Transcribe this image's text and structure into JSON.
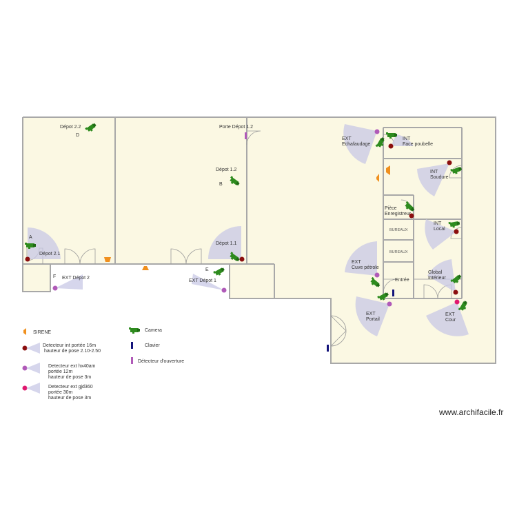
{
  "colors": {
    "floor": "#fbf8e3",
    "wall": "#a8a8a8",
    "camera": "#2e8b1e",
    "sirene": "#f0901e",
    "detector_int": "#8b0e0e",
    "detector_ext_purple": "#b05ab8",
    "detector_ext_pink": "#e0186e",
    "clavier": "#13137a",
    "cone": "#c8c8e6"
  },
  "rooms": {
    "depot_2_2": "Dépot 2.2",
    "porte_depot_1_2": "Porte Dépot 1.2",
    "depot_1_2": "Dépot 1.2",
    "depot_1_1": "Dépot 1.1",
    "depot_2_1": "Dépot 2.1",
    "piece_enregistreur": [
      "Pièce",
      "Enregistreur"
    ],
    "bureaux_1": "BUREAUX",
    "bureaux_2": "BUREAUX",
    "entree": "Entrée"
  },
  "zones": {
    "ext_echafaudage": [
      "EXT",
      "Echafaudage"
    ],
    "int_face_poubelle": [
      "INT",
      "Face poubelle"
    ],
    "int_soudure": [
      "INT",
      "Soudure"
    ],
    "int_local": [
      "INT",
      "Local"
    ],
    "ext_cuve_petrole": [
      "EXT",
      "Cuve pétrole"
    ],
    "global_interieur": [
      "Global",
      "Intérieur"
    ],
    "ext_portail": [
      "EXT",
      "Portail"
    ],
    "ext_cour": [
      "EXT",
      "Cour"
    ],
    "ext_depot_2": "EXT Dépot 2",
    "ext_depot_1": "EXT Dépot 1"
  },
  "markers": {
    "a": "A",
    "b": "B",
    "d": "D",
    "e": "E",
    "f": "F"
  },
  "legend": {
    "sirene": "SIRENE",
    "camera": "Camera",
    "clavier": "Clavier",
    "detecteur_ouverture": "Détecteur d'ouverture",
    "detecteur_int": [
      "Detecteur int  portée 16m",
      " hauteur de pose 2.10-2.50"
    ],
    "detecteur_ext_hx40": [
      "Detecteur ext hx40am",
      "portée 12m",
      "hauteur de pose 3m"
    ],
    "detecteur_ext_gjd": [
      "Detecteur ext gjd360",
      "portée 30m",
      "hauteur de pose 3m"
    ]
  },
  "watermark": "www.archifacile.fr"
}
